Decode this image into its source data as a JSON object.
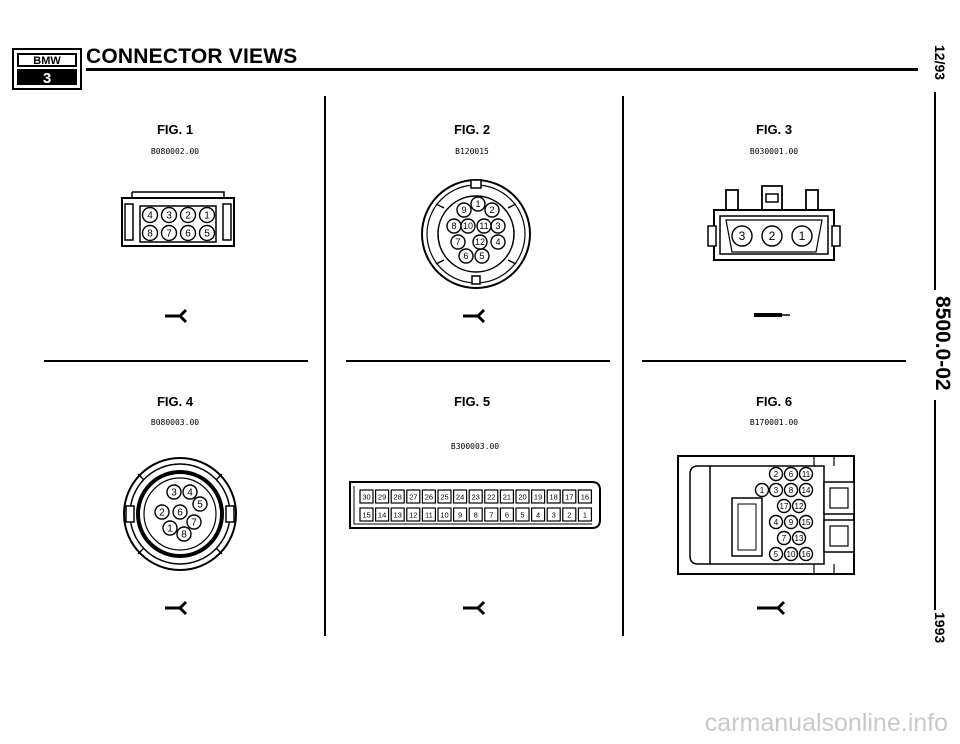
{
  "header": {
    "logo_top": "BMW",
    "logo_bottom": "3",
    "title": "CONNECTOR VIEWS"
  },
  "side": {
    "date": "12/93",
    "doc_number": "8500.0-02",
    "year": "1993"
  },
  "figures": [
    {
      "label": "FIG. 1",
      "code": "B080002.00",
      "pins": [
        "4",
        "3",
        "2",
        "1",
        "8",
        "7",
        "6",
        "5"
      ]
    },
    {
      "label": "FIG. 2",
      "code": "B120015",
      "pins": [
        "1",
        "2",
        "3",
        "4",
        "5",
        "6",
        "7",
        "8",
        "9",
        "10",
        "11",
        "12"
      ]
    },
    {
      "label": "FIG. 3",
      "code": "B030001.00",
      "pins": [
        "3",
        "2",
        "1"
      ]
    },
    {
      "label": "FIG. 4",
      "code": "B080003.00",
      "pins": [
        "3",
        "4",
        "5",
        "2",
        "6",
        "7",
        "1",
        "8"
      ]
    },
    {
      "label": "FIG. 5",
      "code": "B300003.00",
      "top_row": [
        "30",
        "29",
        "28",
        "27",
        "26",
        "25",
        "24",
        "23",
        "22",
        "21",
        "20",
        "19",
        "18",
        "17",
        "16"
      ],
      "bottom_row": [
        "15",
        "14",
        "13",
        "12",
        "11",
        "10",
        "9",
        "8",
        "7",
        "6",
        "5",
        "4",
        "3",
        "2",
        "1"
      ]
    },
    {
      "label": "FIG. 6",
      "code": "B170001.00",
      "pins": [
        "2",
        "6",
        "11",
        "1",
        "3",
        "8",
        "14",
        "17",
        "12",
        "4",
        "9",
        "15",
        "7",
        "13",
        "5",
        "10",
        "16"
      ]
    }
  ],
  "watermark": "carmanualsonline.info"
}
